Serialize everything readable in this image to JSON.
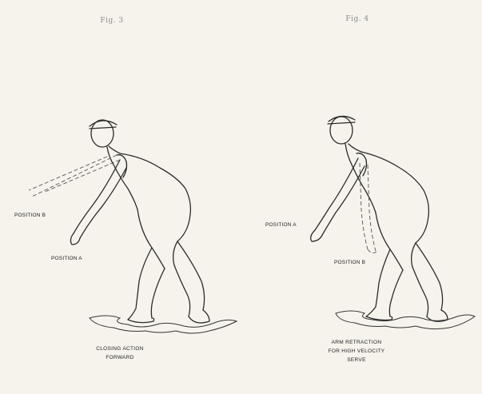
{
  "figures": [
    {
      "title": "Fig. 3",
      "labels": {
        "position_b": "POSITION B",
        "position_a": "POSITION A"
      },
      "caption": [
        "CLOSING ACTION",
        "FORWARD"
      ]
    },
    {
      "title": "Fig. 4",
      "labels": {
        "position_a": "POSITION A",
        "position_b": "POSITION B"
      },
      "caption": [
        "ARM RETRACTION",
        "FOR HIGH VELOCITY",
        "SERVE"
      ]
    }
  ]
}
